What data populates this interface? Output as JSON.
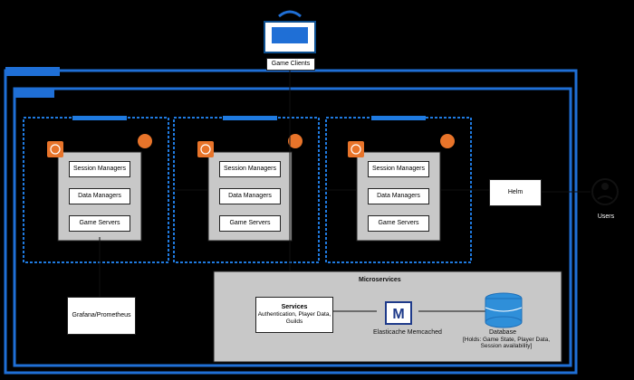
{
  "diagram": {
    "clients": {
      "label": "Game Clients"
    },
    "users": {
      "label": "Users"
    },
    "helm": {
      "label": "Helm"
    },
    "monitoring": {
      "label": "Grafana/Prometheus"
    },
    "clusters": [
      {
        "session": "Session Managers",
        "data": "Data Managers",
        "game": "Game Servers"
      },
      {
        "session": "Session Managers",
        "data": "Data Managers",
        "game": "Game Servers"
      },
      {
        "session": "Session Managers",
        "data": "Data Managers",
        "game": "Game Servers"
      }
    ],
    "microservices": {
      "title": "Microservices",
      "services_title": "Services",
      "services_desc": "Authentication, Player Data, Guilds",
      "cache_label": "Elasticache Memcached",
      "database_title": "Database",
      "database_desc": "[Holds: Game State, Player Data, Session availability]"
    }
  },
  "colors": {
    "background": "#000000",
    "outer_border": "#1f6fd6",
    "cluster_dash": "#1f7ae0",
    "panel": "#c8c8c8",
    "accent": "#e8742a",
    "db": "#2f8fd9"
  },
  "icons": [
    "monitor-icon",
    "users-icon",
    "helm-icon",
    "memcached-icon",
    "database-icon",
    "aws-icon"
  ]
}
